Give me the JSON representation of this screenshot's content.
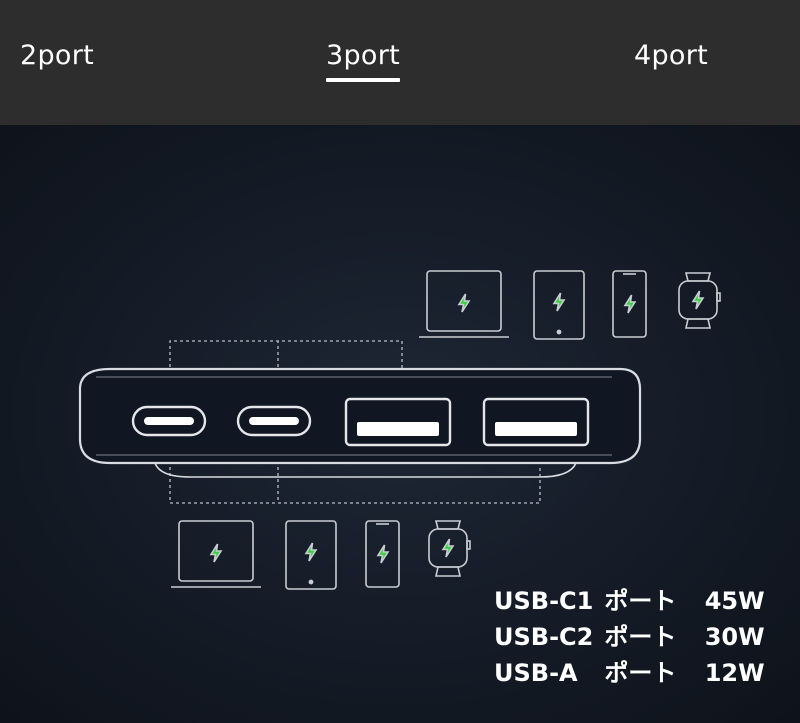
{
  "tabs": [
    {
      "label": "2port",
      "active": false
    },
    {
      "label": "3port",
      "active": true
    },
    {
      "label": "4port",
      "active": false
    }
  ],
  "specs": [
    {
      "port": "USB-C1",
      "label": "ポート",
      "watt": "45W"
    },
    {
      "port": "USB-C2",
      "label": "ポート",
      "watt": "30W"
    },
    {
      "port": "USB-A",
      "label": "ポート",
      "watt": "12W"
    }
  ],
  "colors": {
    "tab_bar": "#2d2d2d",
    "charge_bolt": "#35d23c",
    "outline": "#d8dbe0"
  },
  "icons": [
    "laptop-icon",
    "tablet-icon",
    "phone-icon",
    "watch-icon",
    "charge-bolt-icon"
  ]
}
